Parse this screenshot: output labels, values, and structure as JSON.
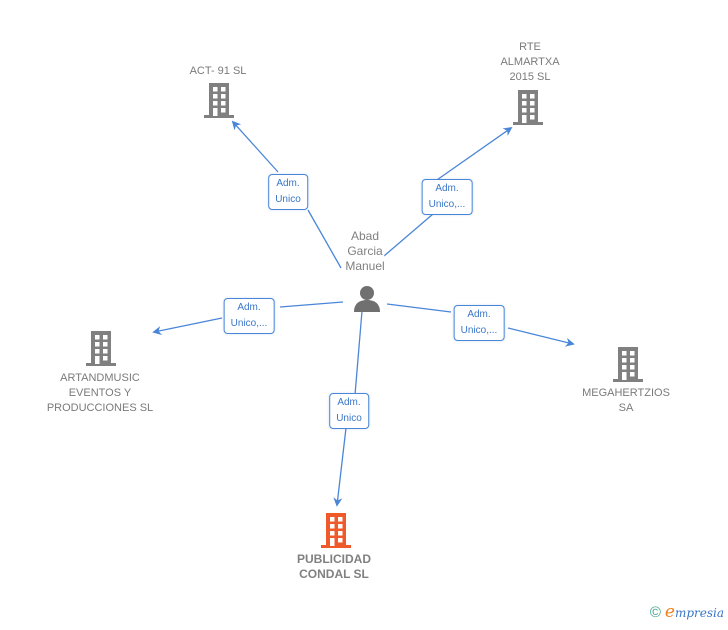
{
  "colors": {
    "edge": "#4a86d8",
    "node_icon": "#808080",
    "main_node_icon": "#f05a2a",
    "label_text": "#7a7a7a",
    "edge_label_text": "#3a76c8"
  },
  "person": {
    "name": "Abad\nGarcia\nManuel",
    "icon": "person-icon"
  },
  "companies": [
    {
      "id": "act91",
      "name": "ACT- 91  SL",
      "icon": "building-icon",
      "main": false
    },
    {
      "id": "rte",
      "name": "RTE\nALMARTXA\n2015  SL",
      "icon": "building-icon",
      "main": false
    },
    {
      "id": "artand",
      "name": "ARTANDMUSIC\nEVENTOS Y\nPRODUCCIONES SL",
      "icon": "building-icon",
      "main": false
    },
    {
      "id": "mega",
      "name": "MEGAHERTZIOS SA",
      "icon": "building-icon",
      "main": false
    },
    {
      "id": "publicidad",
      "name": "PUBLICIDAD\nCONDAL  SL",
      "icon": "building-icon",
      "main": true
    }
  ],
  "edges": [
    {
      "to": "act91",
      "label": "Adm.\nUnico"
    },
    {
      "to": "rte",
      "label": "Adm.\nUnico,..."
    },
    {
      "to": "artand",
      "label": "Adm.\nUnico,..."
    },
    {
      "to": "mega",
      "label": "Adm.\nUnico,..."
    },
    {
      "to": "publicidad",
      "label": "Adm.\nUnico"
    }
  ],
  "footer": {
    "copyright_symbol": "©",
    "brand_initial": "e",
    "brand_rest": "mpresia"
  }
}
